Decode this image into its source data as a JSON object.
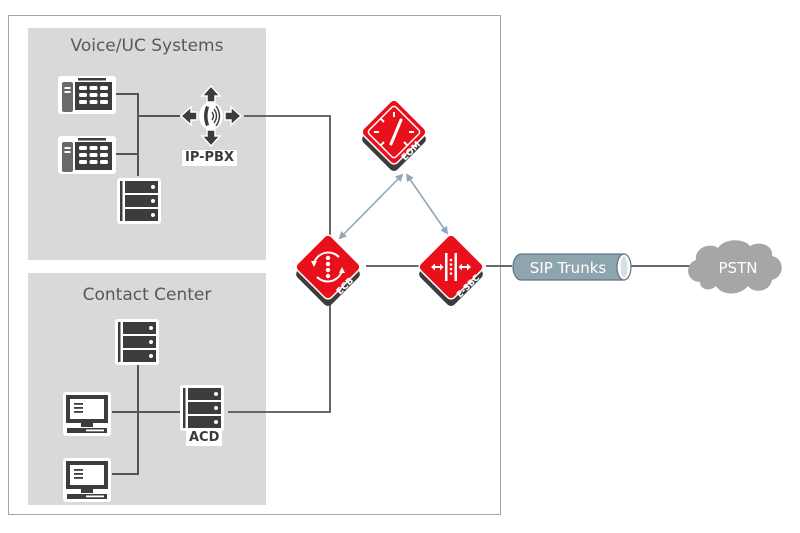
{
  "diagram": {
    "title": "Enterprise Communications Network",
    "groups": [
      {
        "id": "voice",
        "title": "Voice/UC Systems"
      },
      {
        "id": "contact",
        "title": "Contact Center"
      }
    ],
    "nodes": {
      "ippbx": {
        "label": "IP-PBX",
        "icon": "pbx-switch-icon"
      },
      "acd": {
        "label": "ACD",
        "icon": "server-icon"
      },
      "ecb": {
        "label": "ECB",
        "icon": "session-router-icon"
      },
      "eom": {
        "label": "EOM",
        "icon": "gauge-icon"
      },
      "esbc": {
        "label": "E-SBC",
        "icon": "border-controller-icon"
      },
      "sip": {
        "label": "SIP Trunks",
        "icon": "pipe-icon"
      },
      "pstn": {
        "label": "PSTN",
        "icon": "cloud-icon"
      }
    },
    "edges": [
      {
        "from": "phone-1",
        "to": "ippbx"
      },
      {
        "from": "phone-2",
        "to": "ippbx"
      },
      {
        "from": "voice-server",
        "to": "ippbx"
      },
      {
        "from": "ippbx",
        "to": "ecb"
      },
      {
        "from": "acd",
        "to": "ecb"
      },
      {
        "from": "contact-server",
        "to": "acd"
      },
      {
        "from": "workstation-1",
        "to": "acd"
      },
      {
        "from": "workstation-2",
        "to": "acd"
      },
      {
        "from": "ecb",
        "to": "esbc"
      },
      {
        "from": "ecb",
        "to": "eom",
        "style": "bidirectional"
      },
      {
        "from": "esbc",
        "to": "eom",
        "style": "bidirectional"
      },
      {
        "from": "esbc",
        "to": "sip"
      },
      {
        "from": "sip",
        "to": "pstn"
      }
    ],
    "colors": {
      "accent_red": "#e8101a",
      "label_dark": "#3c3c3c",
      "panel_gray": "#d9d9d9",
      "pipe_blue": "#8ea5b0",
      "cloud_gray": "#a6a6a6",
      "arrow_blue": "#8fa9b8",
      "line": "#555555"
    }
  }
}
